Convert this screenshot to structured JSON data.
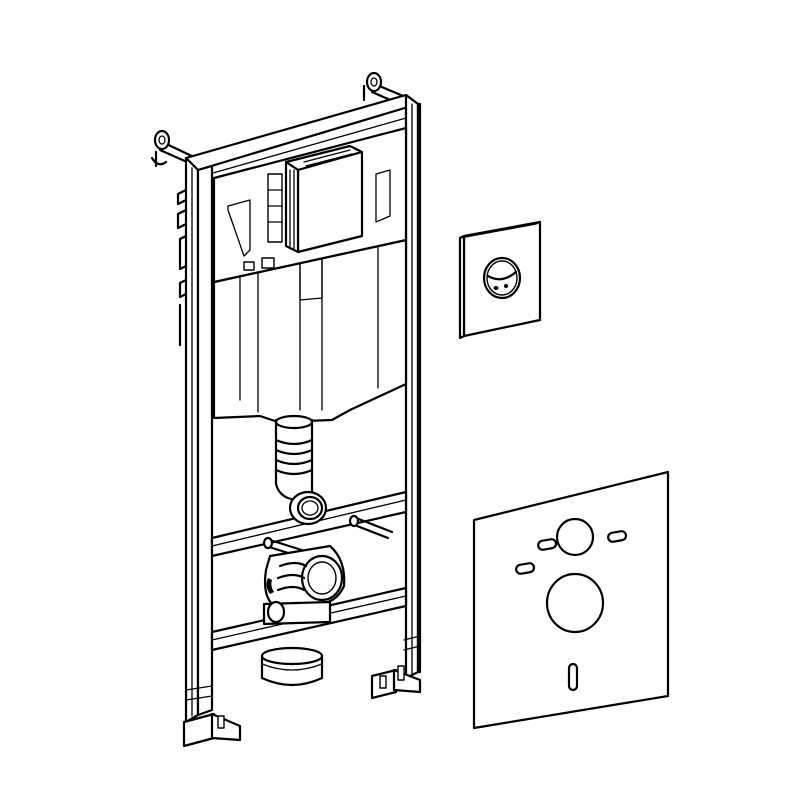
{
  "figure": {
    "kind": "exploded product line drawing",
    "components": [
      "installation-frame",
      "cistern",
      "flush-plate",
      "sound-insulation-mat"
    ]
  },
  "colors": {
    "line": "#000000",
    "background": "#ffffff"
  }
}
